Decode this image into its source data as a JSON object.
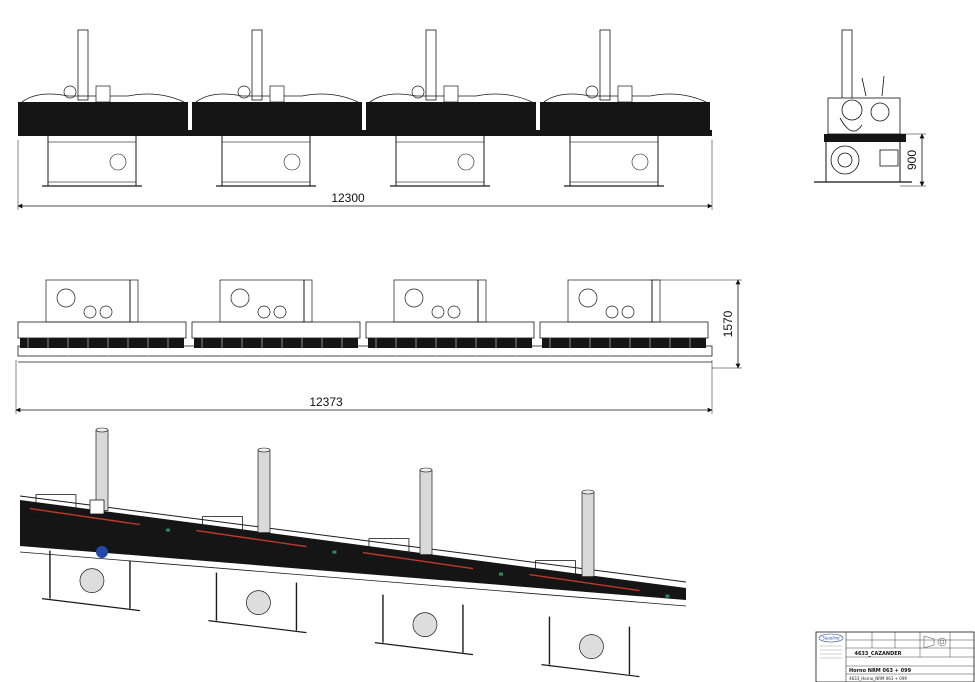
{
  "drawing": {
    "front_view": {
      "length_dim": "12300",
      "module_count": 4
    },
    "side_view": {
      "height_dim": "900"
    },
    "top_view": {
      "length_dim": "12373",
      "width_dim": "1570",
      "module_count": 4
    },
    "iso_view": {
      "module_count": 4
    }
  },
  "title_block": {
    "logo_text": "Saueline",
    "part_name": "4633_CAZANDER",
    "title": "Horno NRM 063 + 099",
    "file_name": "4633_Horno_NRM 063 + 099"
  },
  "colors": {
    "line": "#1a1a1a",
    "fill_dark": "#151515",
    "accent_red": "#c0392b",
    "accent_blue": "#2349a8",
    "accent_green": "#2e8b57",
    "chimney": "#d9d9d9"
  }
}
